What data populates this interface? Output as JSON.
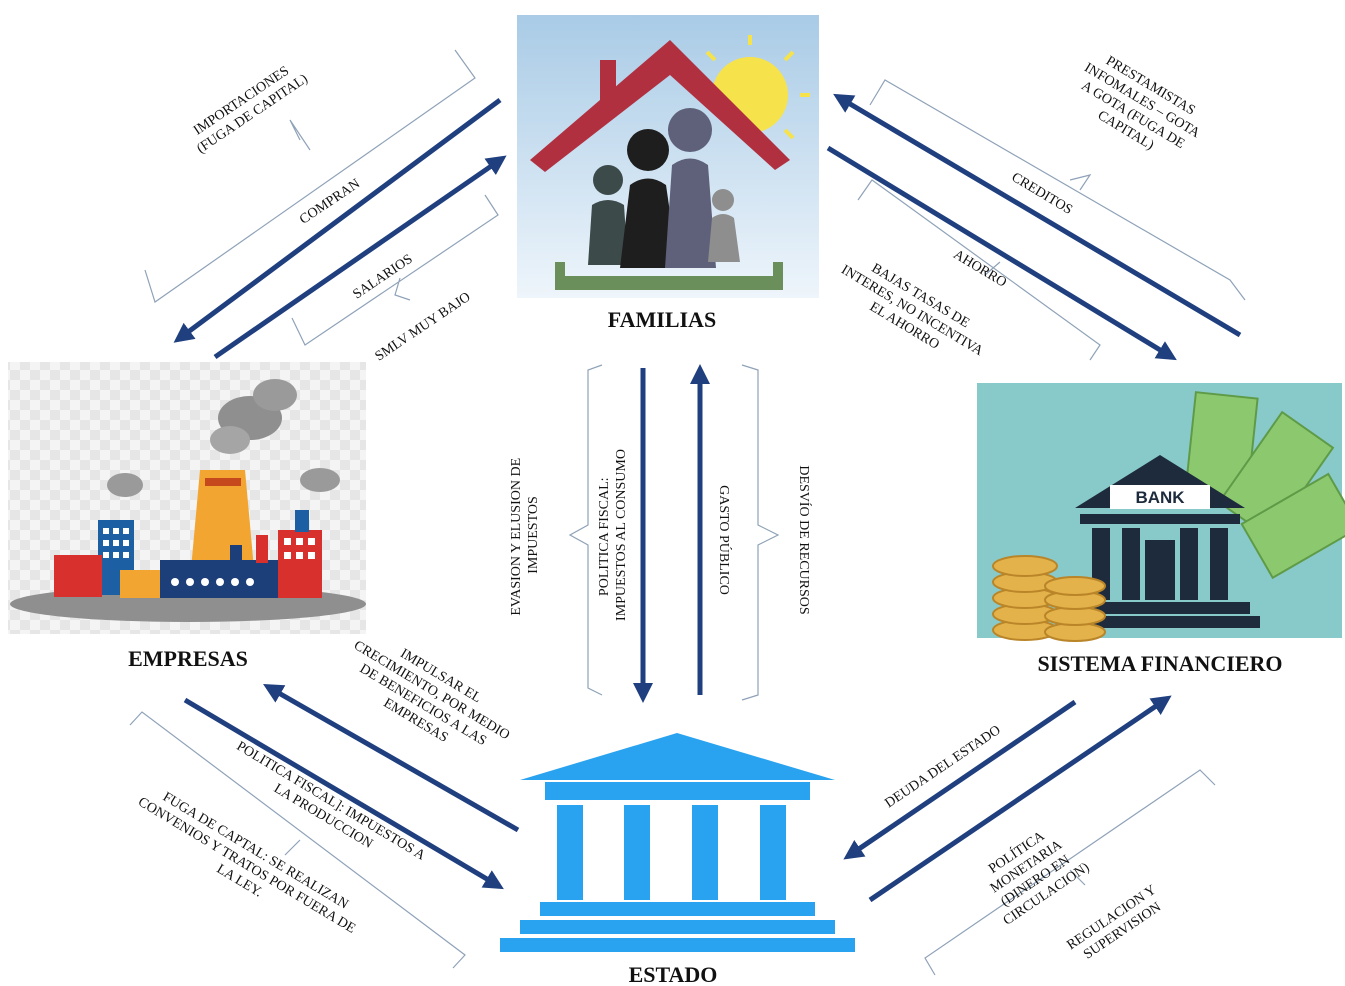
{
  "nodes": {
    "familias": "FAMILIAS",
    "empresas": "EMPRESAS",
    "estado": "ESTADO",
    "sistema_financiero": "SISTEMA FINANCIERO",
    "bank_sign": "BANK"
  },
  "labels": {
    "importaciones": [
      "IMPORTACIONES",
      "(FUGA DE CAPITAL)"
    ],
    "compran": "COMPRAN",
    "salarios": "SALARIOS",
    "smlv": "SMLV MUY BAJO",
    "prestamistas": [
      "PRESTAMISTAS",
      "INFOMALES – GOTA",
      "A GOTA (FUGA DE",
      "CAPITAL)"
    ],
    "creditos": "CREDITOS",
    "ahorro": "AHORRO",
    "bajas_tasas": [
      "BAJAS TASAS DE",
      "INTERES, NO INCENTIVA",
      "EL AHORRO"
    ],
    "evasion": [
      "EVASION Y ELUSION DE",
      "IMPUESTOS"
    ],
    "politica_consumo": [
      "POLITICA FISCAL:",
      "IMPUESTOS AL CONSUMO"
    ],
    "gasto_publico": "GASTO PÚBLICO",
    "desvio": "DESVÍO DE RECURSOS",
    "impulsar": [
      "IMPULSAR EL",
      "CRECIMIENTO, POR MEDIO",
      "DE BENEFICIOS A LAS",
      "EMPRESAS"
    ],
    "politica_produccion": [
      "POLITICA FISCAL]: IMPUESTOS A",
      "LA PRODUCCION"
    ],
    "fuga_captal": [
      "FUGA DE CAPTAL: SE REALIZAN",
      "CONVENIOS Y TRATOS POR FUERA DE",
      "LA LEY."
    ],
    "deuda": "DEUDA DEL ESTADO",
    "politica_monetaria": [
      "POLÍTICA",
      "MONETARIA",
      "(DINERO EN",
      "CIRCULACION)"
    ],
    "regulacion": [
      "REGULACION Y",
      "SUPERVISION"
    ]
  },
  "colors": {
    "arrow": "#1f3f7f",
    "estado": "#29a3ef",
    "roof": "#b03040",
    "sun": "#f6e24a",
    "bank_bg": "#88c9c9",
    "bank_dark": "#1d2b3d",
    "money": "#8cc96e",
    "coin": "#e4b24a"
  }
}
